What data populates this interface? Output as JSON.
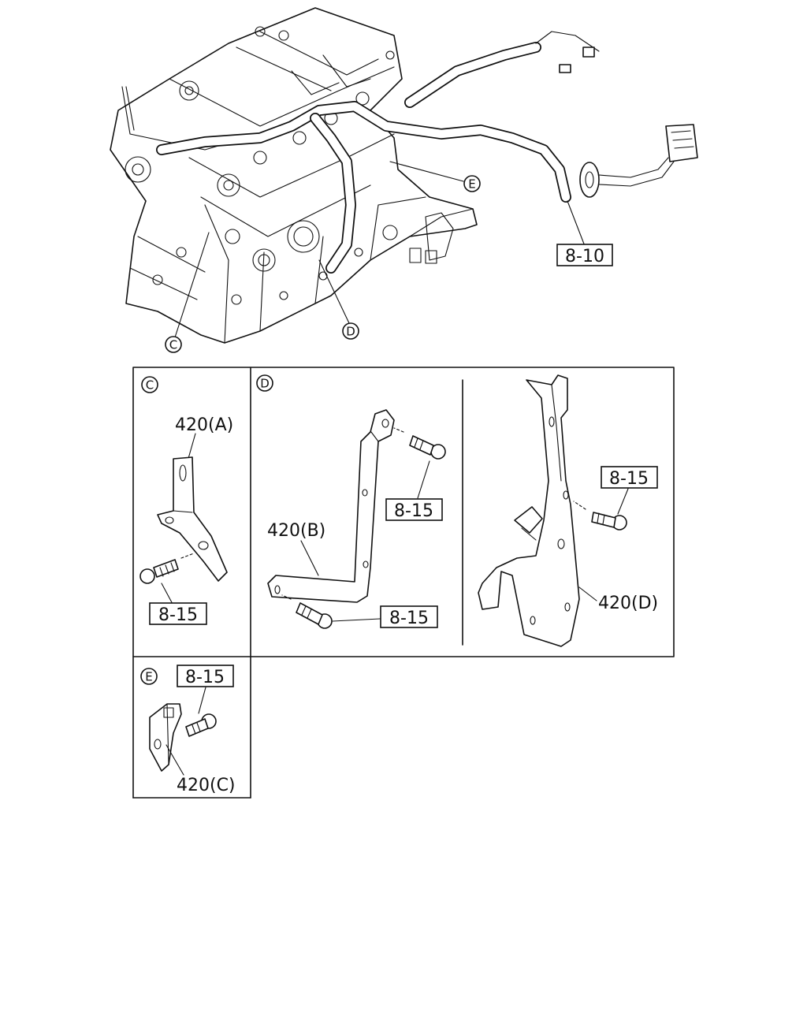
{
  "callouts": {
    "c": "C",
    "d": "D",
    "e": "E"
  },
  "refs": {
    "harness": "8-10",
    "bolt": "8-15"
  },
  "parts": {
    "bracket_a": "420(A)",
    "bracket_b": "420(B)",
    "bracket_c": "420(C)",
    "bracket_d": "420(D)"
  }
}
